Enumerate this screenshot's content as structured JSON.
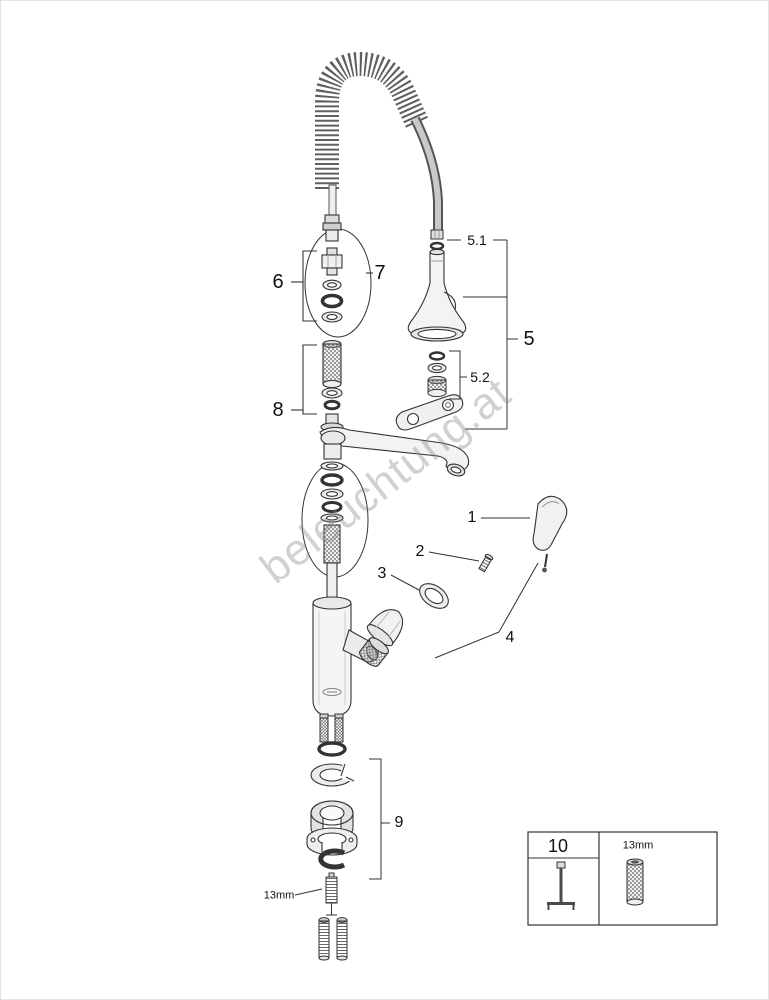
{
  "watermark": {
    "text": "beleuchtung.at"
  },
  "callouts": {
    "part1": "1",
    "part2": "2",
    "part3": "3",
    "part4": "4",
    "part5": "5",
    "part5_1": "5.1",
    "part5_2": "5.2",
    "part6": "6",
    "part7": "7",
    "part8": "8",
    "part9": "9"
  },
  "stud_wrench_size": "13mm",
  "tool_box": {
    "part10": "10",
    "socket_size": "13mm"
  },
  "colors": {
    "background": "#ffffff",
    "line": "#333333",
    "metal_fill": "#f0f0f0",
    "watermark": "#9a9a9a"
  }
}
